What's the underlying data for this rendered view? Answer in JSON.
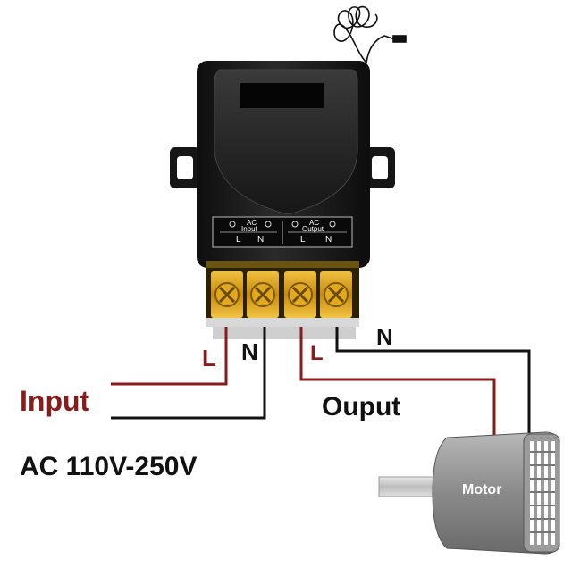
{
  "labels": {
    "input": "Input",
    "output": "Ouput",
    "voltage": "AC 110V-250V",
    "line_in": "L",
    "neutral_in": "N",
    "line_out": "L",
    "neutral_out": "N",
    "motor": "Motor"
  },
  "relay_panel": {
    "input_group": {
      "ac": "AC",
      "name": "Input",
      "l": "L",
      "n": "N"
    },
    "output_group": {
      "ac": "AC",
      "name": "Output",
      "l": "L",
      "n": "N"
    }
  },
  "colors": {
    "line_wire": "#8b1a1a",
    "neutral_wire": "#111111",
    "relay_body": "#1b1b1b",
    "terminal_block": "#d9a016",
    "motor_body": "#8c8c8c",
    "text": "#111111",
    "line_label": "#8b1a1a"
  },
  "icons": [
    "antenna-coil-icon",
    "screw-terminal-icon",
    "motor-icon"
  ]
}
